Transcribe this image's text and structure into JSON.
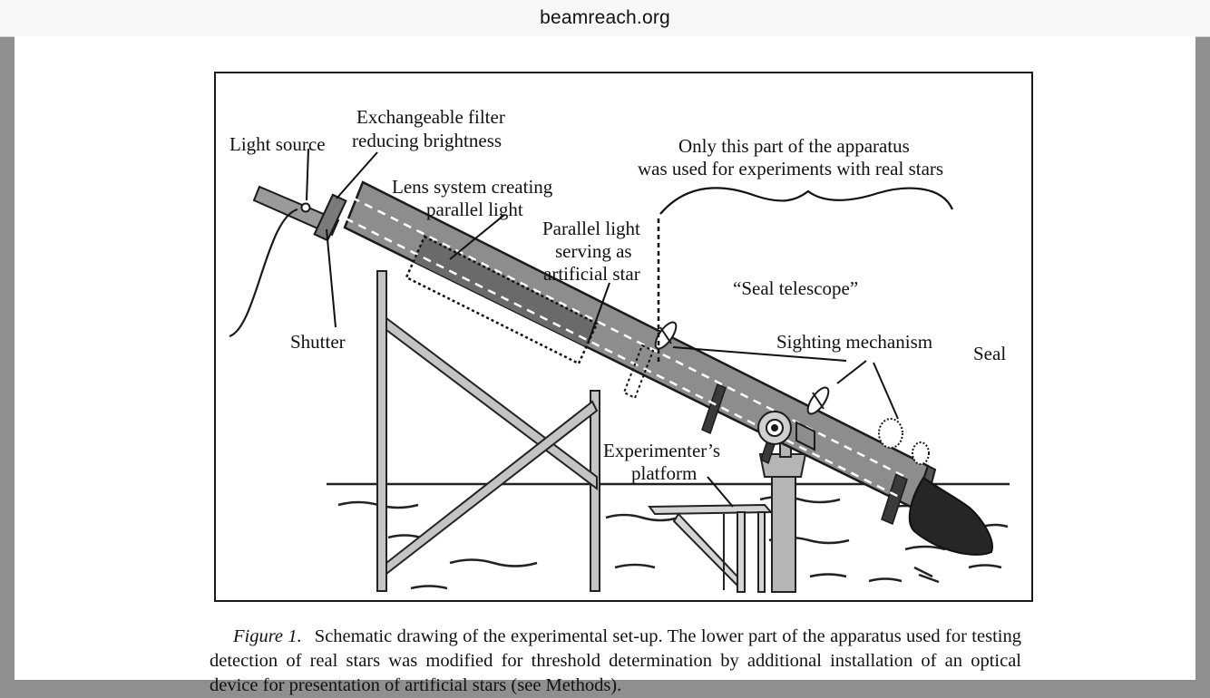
{
  "browser": {
    "url": "beamreach.org"
  },
  "figure": {
    "labels": {
      "light_source": "Light source",
      "filter_line1": "Exchangeable filter",
      "filter_line2": "reducing brightness",
      "lens_line1": "Lens system creating",
      "lens_line2": "parallel light",
      "shutter": "Shutter",
      "parallel_line1": "Parallel light",
      "parallel_line2": "serving as",
      "parallel_line3": "artificial star",
      "only_line1": "Only this part of the apparatus",
      "only_line2": "was used for experiments with real stars",
      "seal_telescope": "“Seal telescope”",
      "sighting": "Sighting mechanism",
      "seal": "Seal",
      "platform_line1": "Experimenter’s",
      "platform_line2": "platform"
    },
    "caption_label": "Figure 1.",
    "caption_text": "Schematic drawing of the experimental set-up. The lower part of the apparatus used for testing detection of real stars was modified for threshold determination by additional installation of an optical device for presentation of artificial stars (see Methods)."
  }
}
